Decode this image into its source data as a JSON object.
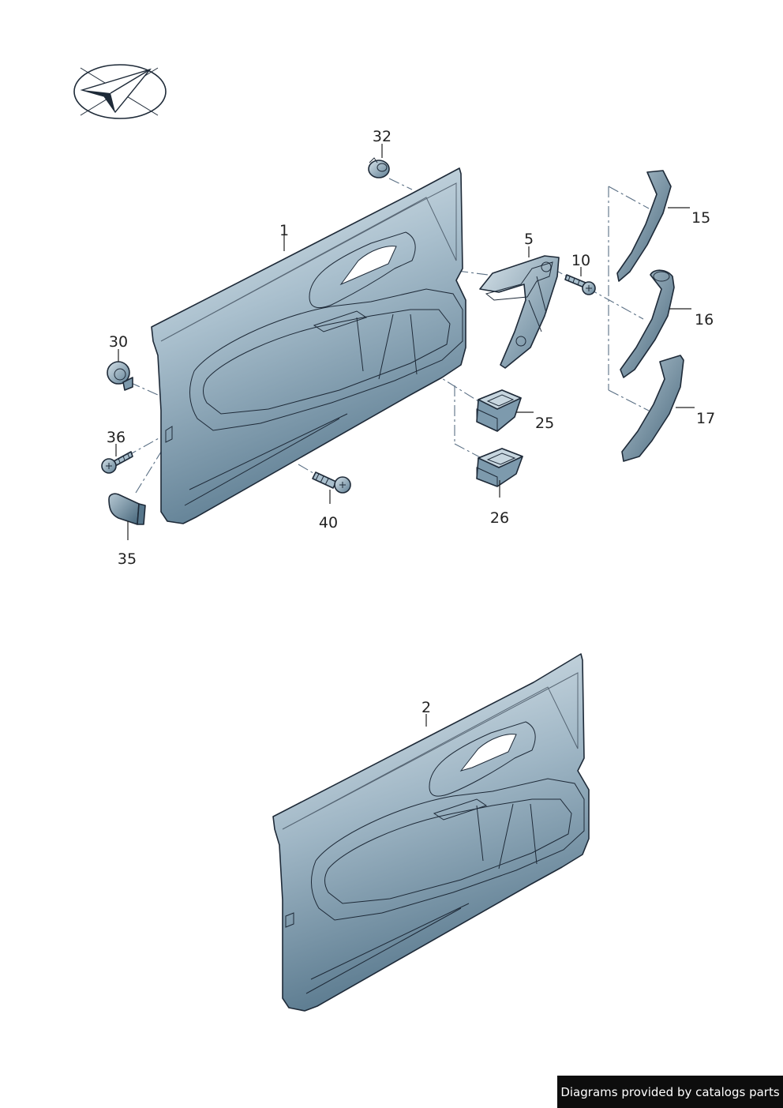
{
  "callouts": {
    "p1": "1",
    "p2": "2",
    "p5": "5",
    "p10": "10",
    "p15": "15",
    "p16": "16",
    "p17": "17",
    "p25": "25",
    "p26": "26",
    "p30": "30",
    "p32": "32",
    "p35": "35",
    "p36": "36",
    "p40": "40"
  },
  "icons": {
    "logo": "paper-plane-check-logo-icon"
  },
  "colors": {
    "panel_light": "#dfe9ef",
    "panel_mid": "#9fb6c5",
    "panel_dark": "#5f7f94",
    "outline": "#1e2a38"
  },
  "footer": {
    "text": "Diagrams provided by catalogs parts"
  }
}
